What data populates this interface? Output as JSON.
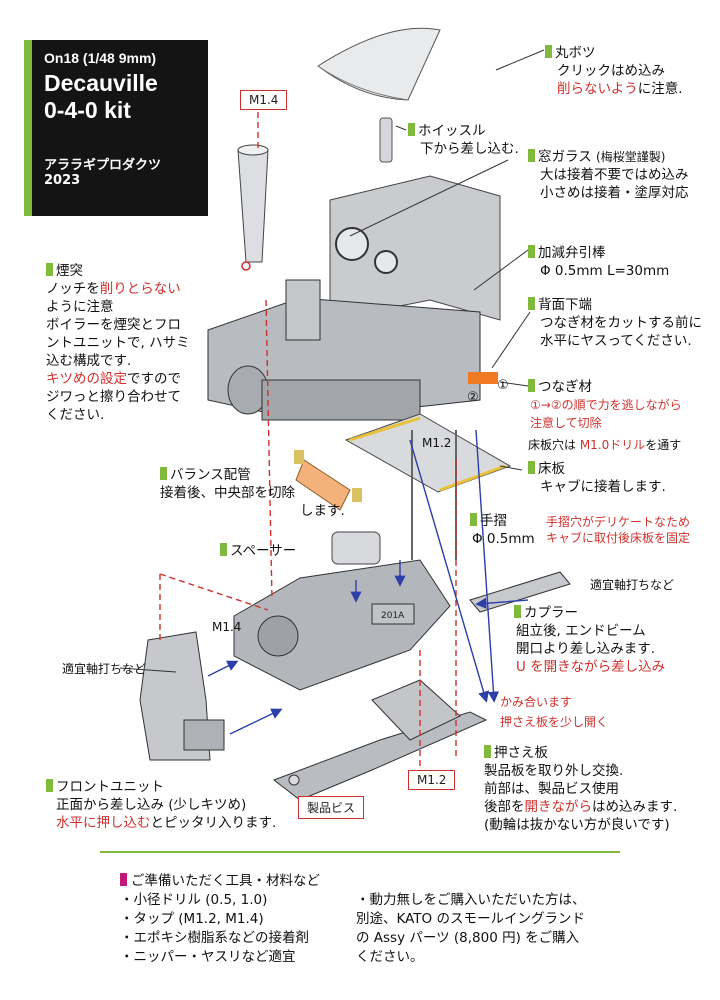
{
  "title": {
    "scale": "On18 (1/48 9mm)",
    "name_line1": "Decauville",
    "name_line2": "0-4-0 kit",
    "maker": "アララギプロダクツ",
    "year": "2023"
  },
  "notes": {
    "roof": {
      "head": "丸ボツ",
      "l1": "クリックはめ込み",
      "l2_red": "削らないよう",
      "l2_rest": "に注意."
    },
    "whistle": {
      "head": "ホイッスル",
      "l1": "下から差し込む."
    },
    "window": {
      "head": "窓ガラス",
      "head_small": "(梅桜堂謹製)",
      "l1": "大は接着不要ではめ込み",
      "l2": "小さめは接着・塗厚対応"
    },
    "rod": {
      "head": "加減弁引棒",
      "l1": "Φ 0.5mm L=30mm"
    },
    "back_bottom": {
      "head": "背面下端",
      "l1": "つなぎ材をカットする前に",
      "l2": "水平にヤスってください."
    },
    "chimney": {
      "head": "煙突",
      "l1a": "ノッチを",
      "l1_red": "削りとらない",
      "l2": "ように注意",
      "l3": "ボイラーを煙突とフロ",
      "l4": "ントユニットで, ハサミ",
      "l5": "込む構成です.",
      "l6_red": "キツめの設定",
      "l6_rest": "ですので",
      "l7": "ジワっと擦り合わせて",
      "l8": "ください."
    },
    "joint": {
      "head": "つなぎ材",
      "l1_red": "①→②の順で力を逃しながら",
      "l2_red": "注意して切除"
    },
    "floor_hole": {
      "text_a": "床板穴は ",
      "text_red": "M1.0ドリル",
      "text_b": "を通す"
    },
    "floor": {
      "head": "床板",
      "l1": "キャブに接着します."
    },
    "balance": {
      "head": "バランス配管",
      "l1": "接着後、中央部を切除",
      "l2": "します."
    },
    "handrail": {
      "head": "手摺",
      "l1": "Φ 0.5mm",
      "r1": "手摺穴がデリケートなため",
      "r2": "キャブに取付後床板を固定"
    },
    "spacer": {
      "head": "スペーサー"
    },
    "axle_right": "適宜軸打ちなど",
    "axle_left": "適宜軸打ちなど",
    "coupler": {
      "head": "カプラー",
      "l1": "組立後, エンドビーム",
      "l2": "開口より差し込みます.",
      "l3_red": "U を開きながら差し込み"
    },
    "mesh": {
      "l1": "かみ合います",
      "l2": "押さえ板を少し開く"
    },
    "press": {
      "head": "押さえ板",
      "l1": "製品板を取り外し交換.",
      "l2": "前部は、製品ビス使用",
      "l3a": "後部を",
      "l3_red": "開きながら",
      "l3b": "はめ込みます.",
      "l4": "(動輪は抜かない方が良いです)"
    },
    "front": {
      "head": "フロントユニット",
      "l1": "正面から差し込み (少しキツめ)",
      "l2_red": "水平に押し込む",
      "l2_rest": "とピッタリ入ります."
    }
  },
  "tags": {
    "m14_top": "M1.4",
    "m14_mid": "M1.4",
    "m12_floor": "M1.2",
    "m12_bottom": "M1.2",
    "screw": "製品ビス"
  },
  "markers": {
    "one": "①",
    "two": "②",
    "u": "U",
    "part_no": "201A"
  },
  "tools": {
    "head": "ご準備いただく工具・材料など",
    "items": [
      "・小径ドリル (0.5, 1.0)",
      "・タップ (M1.2, M1.4)",
      "・エポキシ樹脂系などの接着剤",
      "・ニッパー・ヤスリなど適宜"
    ],
    "note": [
      "・動力無しをご購入いただいた方は、",
      "別途、KATO のスモールイングランド",
      "の Assy パーツ (8,800 円) をご購入",
      "ください。"
    ]
  },
  "colors": {
    "accent_green": "#7fba3c",
    "accent_red": "#d0312d",
    "magenta": "#c2187a",
    "blue_arrow": "#2c3fa8"
  }
}
